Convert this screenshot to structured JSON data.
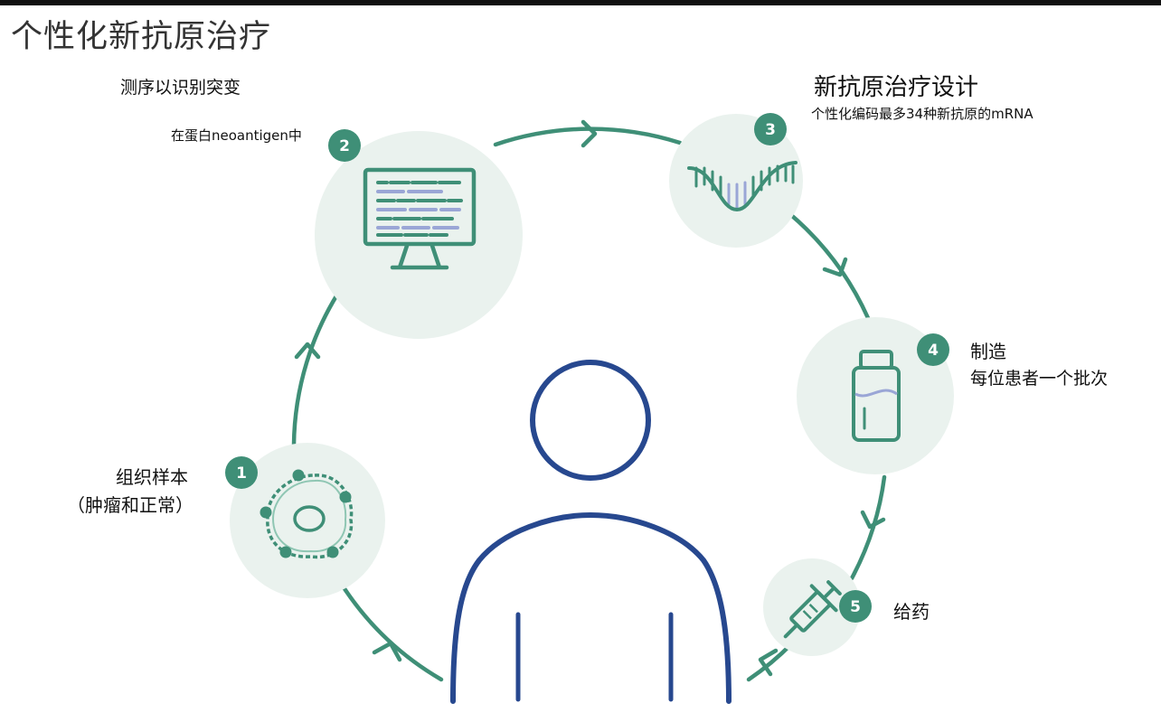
{
  "title": "个性化新抗原治疗",
  "steps": [
    {
      "number": "1",
      "title": "组织样本",
      "subtitle": "（肿瘤和正常）"
    },
    {
      "number": "2",
      "title": "测序以识别突变",
      "subtitle": "在蛋白neoantigen中"
    },
    {
      "number": "3",
      "title": "新抗原治疗设计",
      "subtitle": "个性化编码最多34种新抗原的mRNA"
    },
    {
      "number": "4",
      "title": "制造",
      "subtitle": "每位患者一个批次"
    },
    {
      "number": "5",
      "title": "给药"
    }
  ],
  "colors": {
    "teal": "#3f8f77",
    "circle_fill": "#eaf2ee",
    "person_blue": "#27488f",
    "lavender": "#9aa6d6"
  },
  "icons": [
    "cell-icon",
    "computer-monitor-icon",
    "mrna-wave-icon",
    "vial-icon",
    "syringe-icon",
    "person-icon"
  ]
}
